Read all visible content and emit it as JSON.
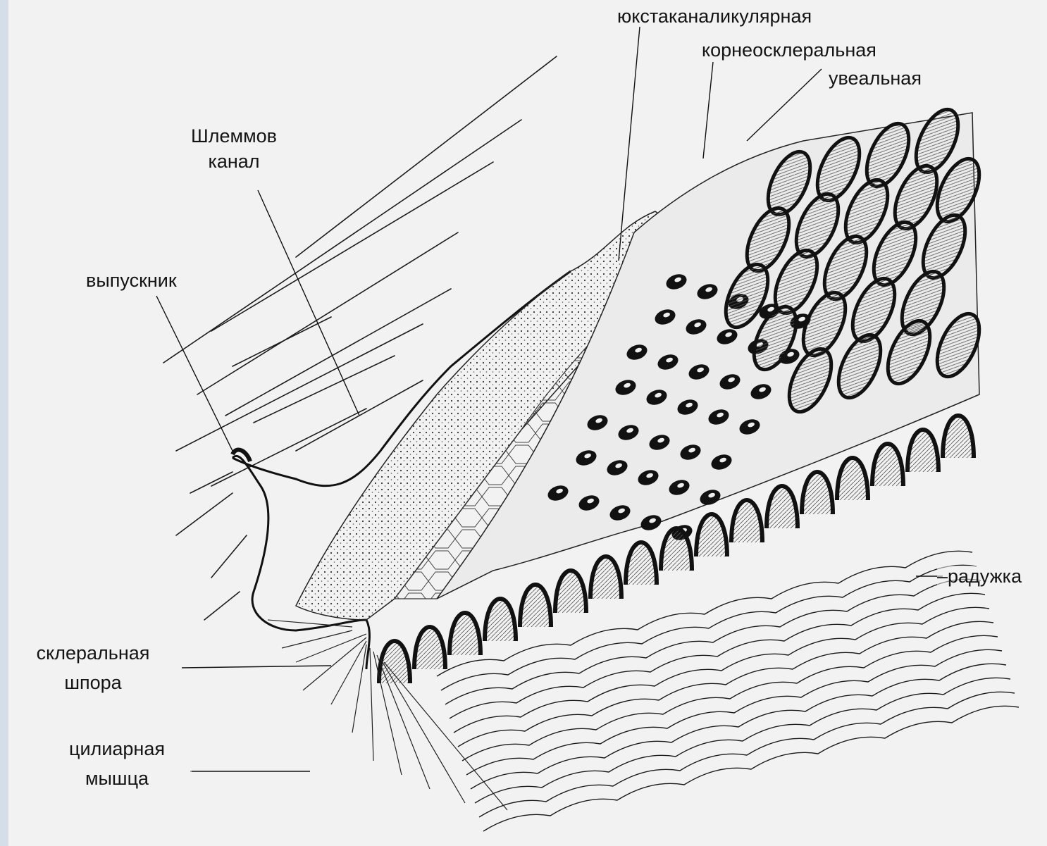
{
  "labels": {
    "juxtacanalicular": "юкстаканаликулярная",
    "corneoscleral": "корнеосклеральная",
    "uveal": "увеальная",
    "schlemm_line1": "Шлеммов",
    "schlemm_line2": "канал",
    "outlet": "выпускник",
    "iris": "–радужка",
    "scleral_spur_line1": "склеральная",
    "scleral_spur_line2": "шпора",
    "ciliary_line1": "цилиарная",
    "ciliary_line2": "мышца"
  },
  "colors": {
    "background": "#f2f2f2",
    "ink": "#141414",
    "edge_strip": "#d4dee8"
  }
}
